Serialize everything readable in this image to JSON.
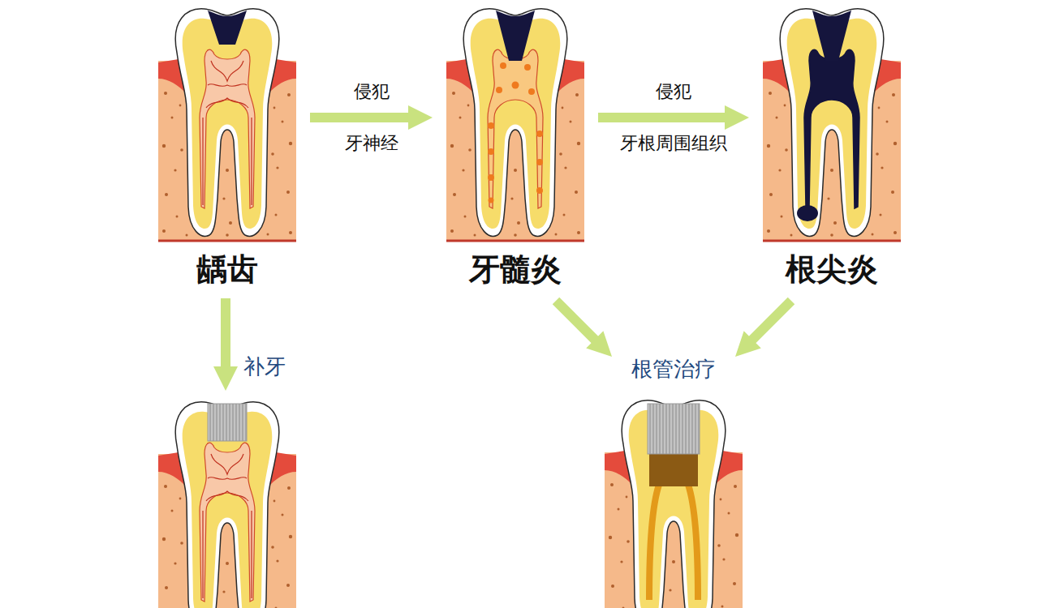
{
  "diagram": {
    "nodes": [
      {
        "text": [
          "龋齿"
        ]
      },
      {
        "text": [
          "牙髓炎"
        ]
      },
      {
        "text": [
          "根尖炎"
        ]
      },
      {
        "text": [
          "根管治疗"
        ]
      }
    ],
    "edges": [
      {
        "from": 0,
        "to": 1,
        "label": "侵犯 牙神经",
        "arrow": "to"
      },
      {
        "from": 1,
        "to": 2,
        "label": "侵犯 牙根周围组织",
        "arrow": "to"
      },
      {
        "from": 1,
        "to": 3,
        "arrow": "to"
      },
      {
        "from": 2,
        "to": 3,
        "arrow": "to"
      }
    ],
    "labels": [
      "补牙"
    ]
  }
}
